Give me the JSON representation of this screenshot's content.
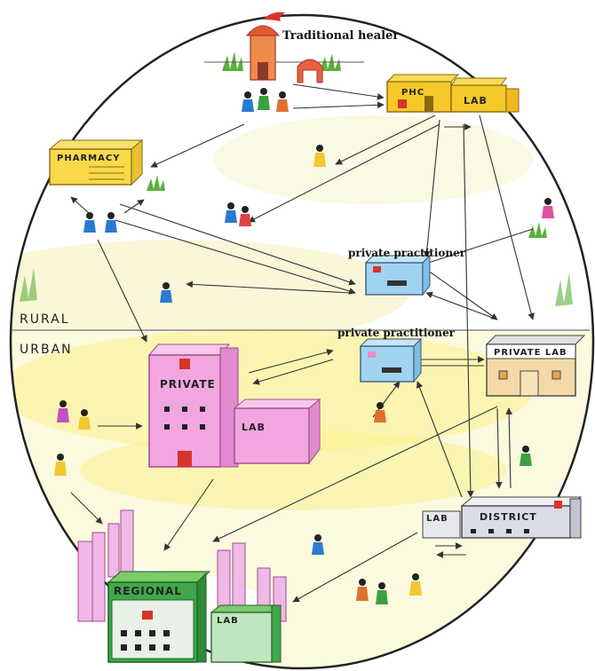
{
  "labels": {
    "traditional_healer": "Traditional healer",
    "phc": "PHC",
    "lab": "LAB",
    "pharmacy": "PHARMACY",
    "private_practitioner_rural": "private practitioner",
    "private_practitioner_urban": "private practitioner",
    "private_lab": "PRIVATE LAB",
    "private_hospital": "PRIVATE",
    "private_hospital_lab": "LAB",
    "district": "DISTRICT",
    "district_lab": "LAB",
    "regional": "REGIONAL",
    "regional_lab": "LAB",
    "rural": "RURAL",
    "urban": "URBAN"
  },
  "colors": {
    "phc": "#f5c92a",
    "pharmacy": "#f7d94a",
    "private_hospital": "#f2a6e0",
    "private_lab": "#e8a24a",
    "private_practitioner": "#9fd3f0",
    "district": "#d9dce6",
    "regional": "#3fa94a",
    "rural_wash": "#f6f3c8",
    "urban_wash": "#fbf08a",
    "grass": "#5ab03a"
  }
}
